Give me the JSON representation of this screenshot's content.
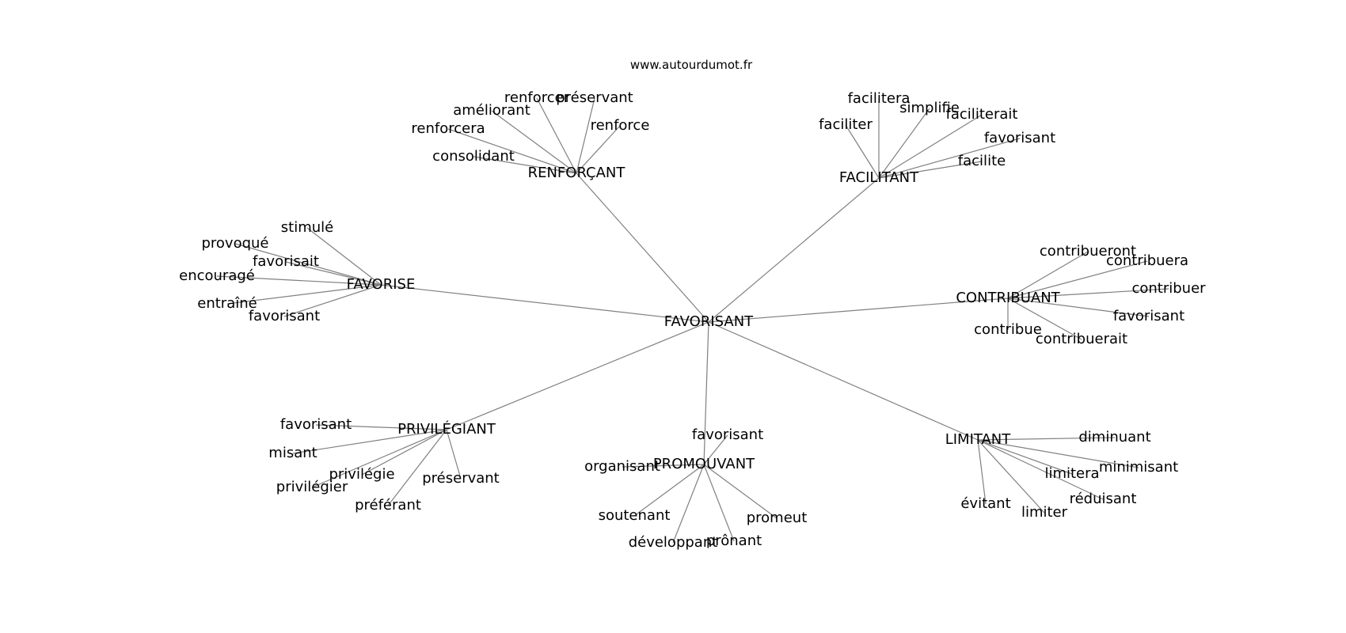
{
  "header": {
    "site": "www.autourdumot.fr"
  },
  "graph": {
    "root": "FAVORISANT",
    "groups": [
      {
        "hub": "RENFORÇANT",
        "leaves": [
          "renforcer",
          "préservant",
          "améliorant",
          "renforcera",
          "renforce",
          "consolidant"
        ]
      },
      {
        "hub": "FACILITANT",
        "leaves": [
          "facilitera",
          "simplifie",
          "faciliter",
          "faciliterait",
          "favorisant",
          "facilite"
        ]
      },
      {
        "hub": "FAVORISE",
        "leaves": [
          "stimulé",
          "provoqué",
          "favorisait",
          "encouragé",
          "entraîné",
          "favorisant"
        ]
      },
      {
        "hub": "CONTRIBUANT",
        "leaves": [
          "contribueront",
          "contribuera",
          "contribuer",
          "favorisant",
          "contribue",
          "contribuerait"
        ]
      },
      {
        "hub": "PRIVILÉGIANT",
        "leaves": [
          "favorisant",
          "misant",
          "privilégie",
          "privilégier",
          "préservant",
          "préférant"
        ]
      },
      {
        "hub": "PROMOUVANT",
        "leaves": [
          "favorisant",
          "organisant",
          "soutenant",
          "promeut",
          "développant",
          "prônant"
        ]
      },
      {
        "hub": "LIMITANT",
        "leaves": [
          "diminuant",
          "minimisant",
          "limitera",
          "réduisant",
          "évitant",
          "limiter"
        ]
      }
    ]
  }
}
